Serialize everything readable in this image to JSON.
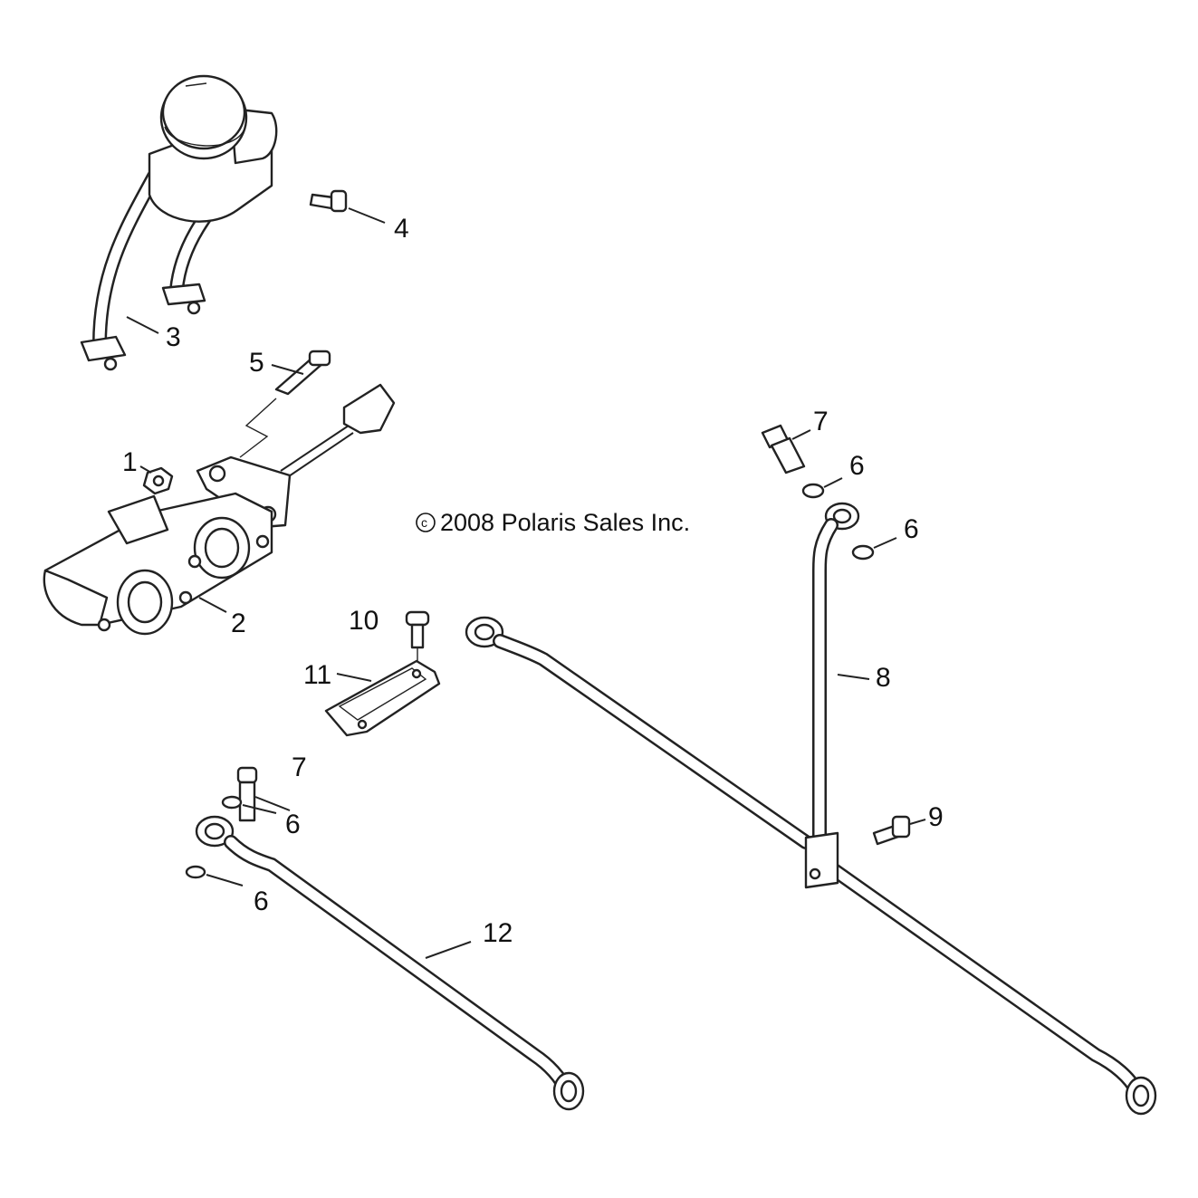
{
  "copyright": "2008 Polaris Sales Inc.",
  "copyright_symbol": "c",
  "callouts": {
    "c1": "1",
    "c2": "2",
    "c3": "3",
    "c4": "4",
    "c5": "5",
    "c6a": "6",
    "c6b": "6",
    "c6c": "6",
    "c6d": "6",
    "c7a": "7",
    "c7b": "7",
    "c8": "8",
    "c9": "9",
    "c10": "10",
    "c11": "11",
    "c12": "12"
  },
  "colors": {
    "line": "#222222",
    "background": "#ffffff"
  }
}
